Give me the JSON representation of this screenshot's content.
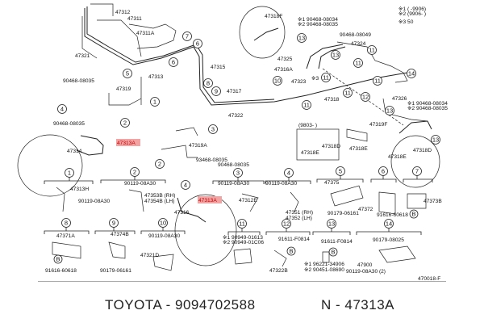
{
  "diagram": {
    "labels": [
      "47312",
      "47311",
      "47311A",
      "47321",
      "47313",
      "47315",
      "47317",
      "47322",
      "90468-08035",
      "47319",
      "90468-08035",
      "47313A",
      "47314",
      "47319A",
      "93468-08035",
      "90468-08035",
      "47318F",
      "※1 90468-08034",
      "※2 90468-08035",
      "90468-08049",
      "47324",
      "47325",
      "47316A",
      "※3",
      "47323",
      "47318",
      "47326",
      "※1 90468-08034",
      "※2 90468-08035",
      "47319F",
      "(9803-        )",
      "47318D",
      "47318E",
      "47318E",
      "47318E",
      "47318D",
      "※1 (        -9906)",
      "※2 (9906-        )",
      "※3 50",
      "47313H",
      "90119-08A30",
      "90119-08A30",
      "47353B (RH)",
      "47354B (LH)",
      "47313A",
      "47316",
      "90119-08A30",
      "47312E",
      "90119-08A30",
      "47351 (RH)",
      "47352 (LH)",
      "47375",
      "90179-06161",
      "47372",
      "91616-60618",
      "47373B",
      "47371A",
      "91616-60618",
      "47374B",
      "90179-06161",
      "90119-08A30",
      "47321D",
      "※1 90949-01613",
      "※2 90949-01C06",
      "47322B",
      "91611-F0814",
      "91611-F0814",
      "※1 96221-34906",
      "※2 90451-08690",
      "90179-08025",
      "47900",
      "90119-08A30 (2)",
      "470018-F"
    ],
    "highlighted_part": "47313A",
    "highlight_color": "#f4a3a3",
    "callouts": [
      "7",
      "6",
      "6",
      "5",
      "8",
      "9",
      "1",
      "4",
      "2",
      "3",
      "2",
      "4",
      "13",
      "11",
      "13",
      "11",
      "11",
      "14",
      "10",
      "11",
      "11",
      "11",
      "12",
      "13",
      "13"
    ],
    "sections": [
      "1",
      "2",
      "3",
      "4",
      "5",
      "6",
      "7",
      "8",
      "9",
      "10",
      "11",
      "12",
      "13",
      "14"
    ],
    "bolt_marker": "B"
  },
  "footer": {
    "brand_part": "TOYOTA - 9094702588",
    "ref_part": "N - 47313A"
  }
}
